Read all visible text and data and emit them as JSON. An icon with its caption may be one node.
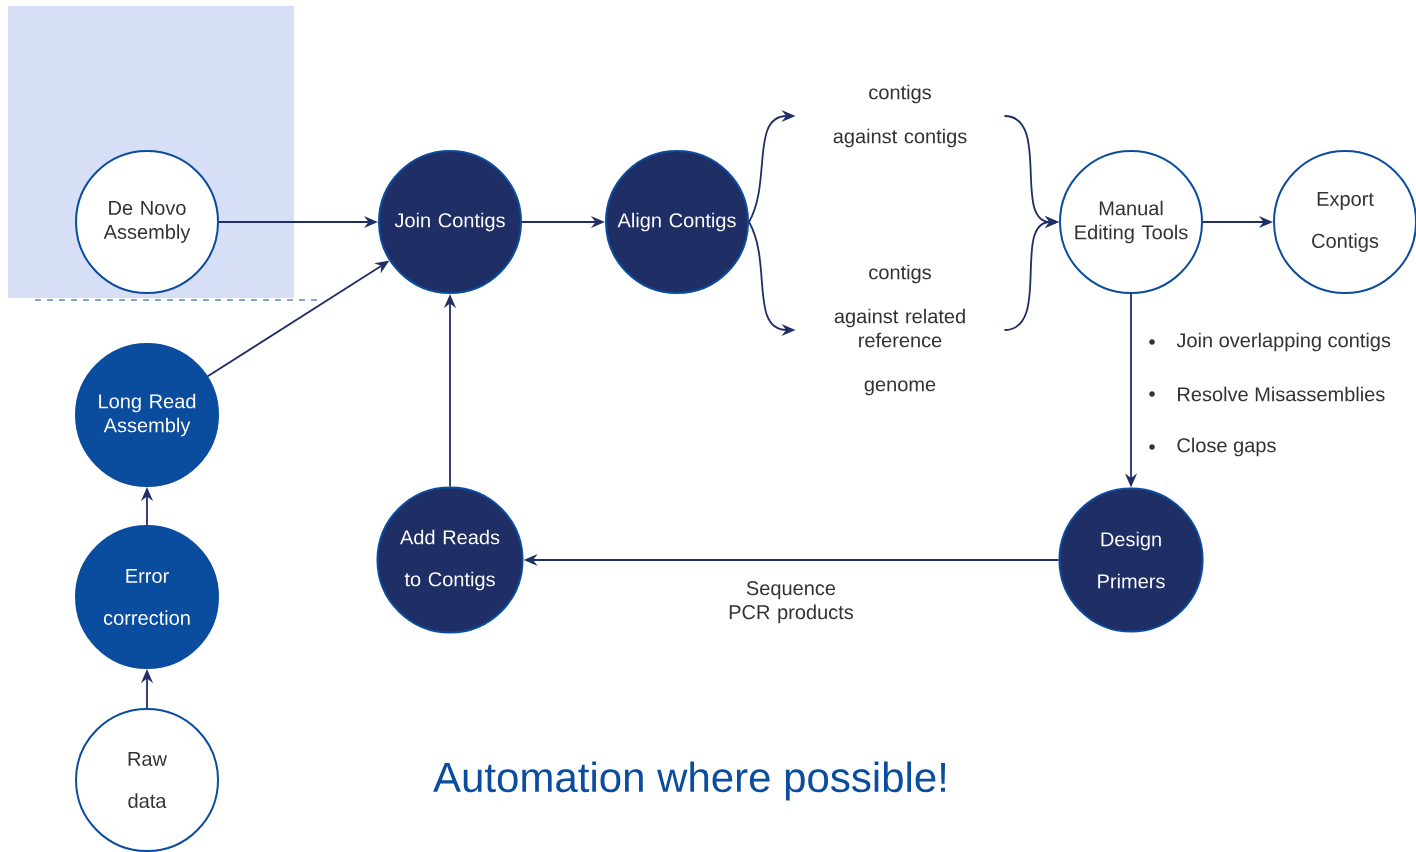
{
  "diagram": {
    "nodes": [
      {
        "text": [],
        "shape": "box"
      },
      {
        "text": [
          "De Novo Assembly"
        ],
        "in": 0
      },
      {
        "text": [
          "Join Contigs"
        ]
      },
      {
        "text": [
          "Align Contigs"
        ]
      },
      {
        "text": [
          "contigs",
          "against contigs"
        ]
      },
      {
        "text": [
          "contigs",
          "against related reference",
          "genome"
        ]
      },
      {
        "text": [
          "Manual Editing Tools"
        ]
      },
      {
        "text": [
          "Export",
          "Contigs"
        ]
      },
      {
        "text": [
          "Design",
          "Primers"
        ]
      },
      {
        "text": [
          "Add Reads",
          "to Contigs"
        ]
      },
      {
        "text": [
          "Long Read Assembly"
        ]
      },
      {
        "text": [
          "Error",
          "correction"
        ]
      },
      {
        "text": [
          "Raw",
          "data"
        ]
      }
    ],
    "edges": [
      {
        "from": 1,
        "to": 2,
        "arrow": "to"
      },
      {
        "from": 3,
        "to": 4,
        "arrow": "to"
      },
      {
        "from": 3,
        "to": 5,
        "arrow": "to"
      },
      {
        "from": 4,
        "to": 6,
        "arrow": "to"
      },
      {
        "from": 5,
        "to": 6,
        "arrow": "to"
      },
      {
        "from": 6,
        "to": 7,
        "arrow": "to"
      },
      {
        "from": 6,
        "to": 8,
        "arrow": "to"
      },
      {
        "from": 8,
        "to": 9,
        "arrow": "to",
        "label": "Sequence PCR products"
      },
      {
        "from": 9,
        "to": 2,
        "arrow": "to"
      },
      {
        "from": 10,
        "to": 2,
        "arrow": "to"
      },
      {
        "from": 11,
        "to": 10,
        "arrow": "to"
      },
      {
        "from": 12,
        "to": 11,
        "arrow": "to"
      },
      {
        "from": 2,
        "to": 3,
        "arrow": "to"
      }
    ],
    "labels": [
      "Join overlapping contigs",
      "Resolve Misassemblies",
      "Close gaps",
      "Automation where possible!"
    ]
  }
}
